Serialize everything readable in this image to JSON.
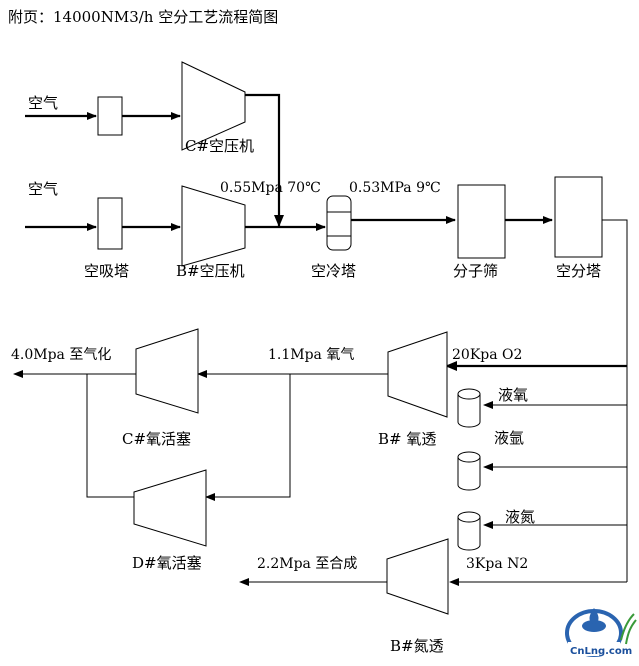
{
  "title": "附页：14000NM3/h 空分工艺流程简图",
  "labels": {
    "air_1": "空气",
    "air_2": "空气",
    "c_air_compressor": "C#空压机",
    "b_air_compressor": "B#空压机",
    "air_intake_tower": "空吸塔",
    "air_cooling_tower": "空冷塔",
    "molecular_sieve": "分子筛",
    "air_separation_tower": "空分塔",
    "p1": "0.55Mpa 70℃",
    "p2": "0.53MPa 9℃",
    "o2_20kpa": "20Kpa O2",
    "liquid_oxygen": "液氧",
    "liquid_argon": "液氩",
    "liquid_nitrogen": "液氮",
    "n2_3kpa": "3Kpa N2",
    "oxygen_11mpa": "1.1Mpa 氧气",
    "to_gasification": "4.0Mpa 至气化",
    "b_oxygen_turbine": "B# 氧透",
    "c_oxygen_piston": "C#氧活塞",
    "d_oxygen_piston": "D#氧活塞",
    "to_synthesis": "2.2Mpa  至合成",
    "b_nitrogen_turbine": "B#氮透"
  },
  "logo": {
    "text": "CnLng.com",
    "colors": {
      "ring": "#2a64b0",
      "leaf": "#3a9a3a",
      "text": "#1a4f9c"
    }
  }
}
